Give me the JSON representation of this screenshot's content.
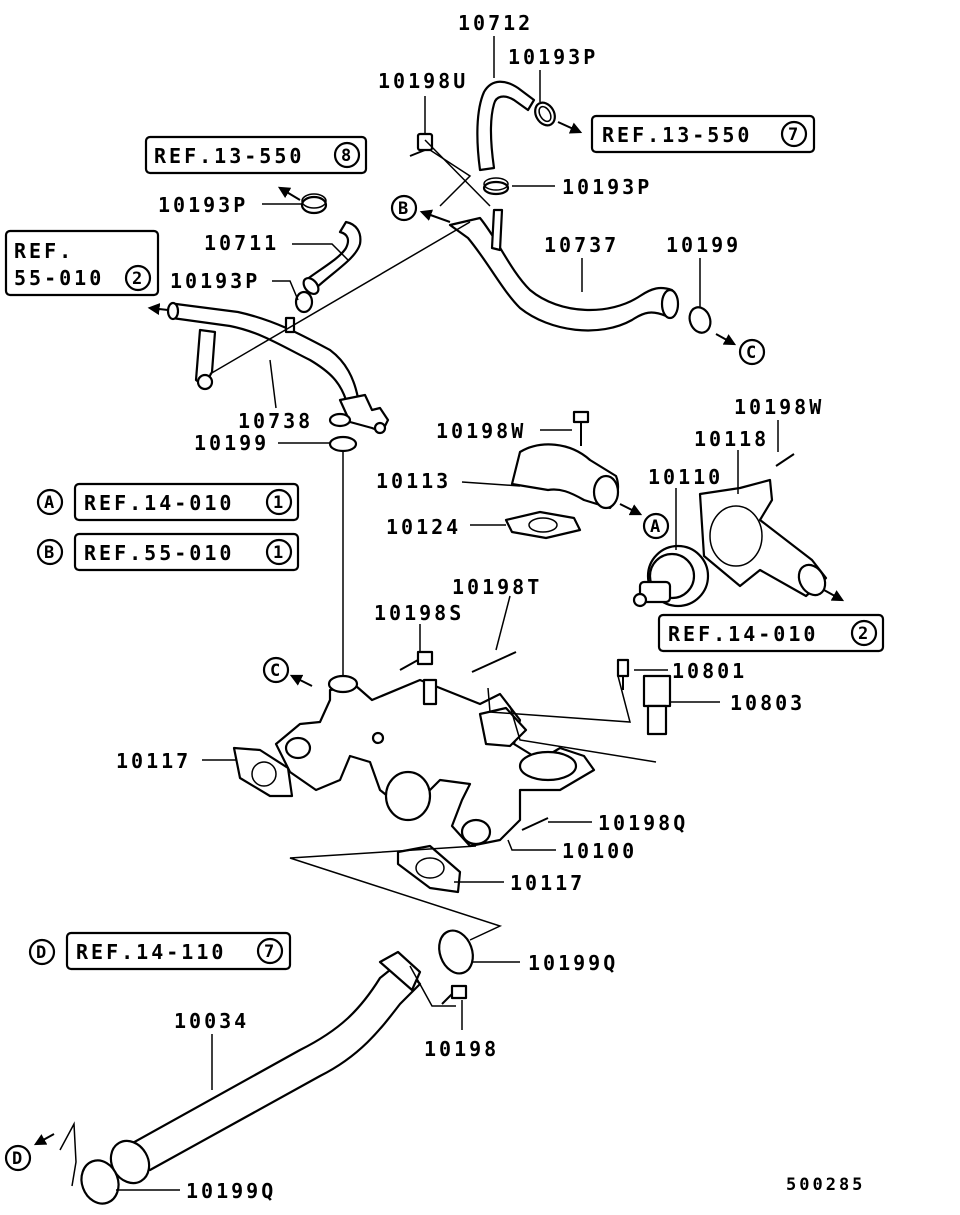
{
  "parts": {
    "p10712": "10712",
    "p10193P_top": "10193P",
    "p10198U": "10198U",
    "p10193P_mid": "10193P",
    "p10193P_left": "10193P",
    "p10711": "10711",
    "p10193P_low": "10193P",
    "p10737": "10737",
    "p10199_right": "10199",
    "p10738": "10738",
    "p10199_left": "10199",
    "p10198W_top": "10198W",
    "p10118": "10118",
    "p10198W": "10198W",
    "p10113": "10113",
    "p10110": "10110",
    "p10124": "10124",
    "p10198T": "10198T",
    "p10198S": "10198S",
    "p10801": "10801",
    "p10803": "10803",
    "p10117_a": "10117",
    "p10198Q": "10198Q",
    "p10100": "10100",
    "p10117_b": "10117",
    "p10199Q_mid": "10199Q",
    "p10034": "10034",
    "p10198": "10198",
    "p10199Q_bot": "10199Q"
  },
  "refs": {
    "ref_13_550_8": {
      "text": "REF.13-550",
      "num": "8"
    },
    "ref_13_550_7": {
      "text": "REF.13-550",
      "num": "7"
    },
    "ref_55_010_2_line1": "REF.",
    "ref_55_010_2_line2": "55-010",
    "ref_55_010_2_num": "2",
    "ref_14_010_1": {
      "text": "REF.14-010",
      "num": "1"
    },
    "ref_55_010_1": {
      "text": "REF.55-010",
      "num": "1"
    },
    "ref_14_010_2": {
      "text": "REF.14-010",
      "num": "2"
    },
    "ref_14_110_7": {
      "text": "REF.14-110",
      "num": "7"
    }
  },
  "markers": {
    "A_legend": "A",
    "B_legend": "B",
    "D_legend": "D",
    "A_flow": "A",
    "B_flow": "B",
    "C_flow_top": "C",
    "C_flow_mid": "C",
    "D_flow": "D"
  },
  "diagram_code": "500285"
}
